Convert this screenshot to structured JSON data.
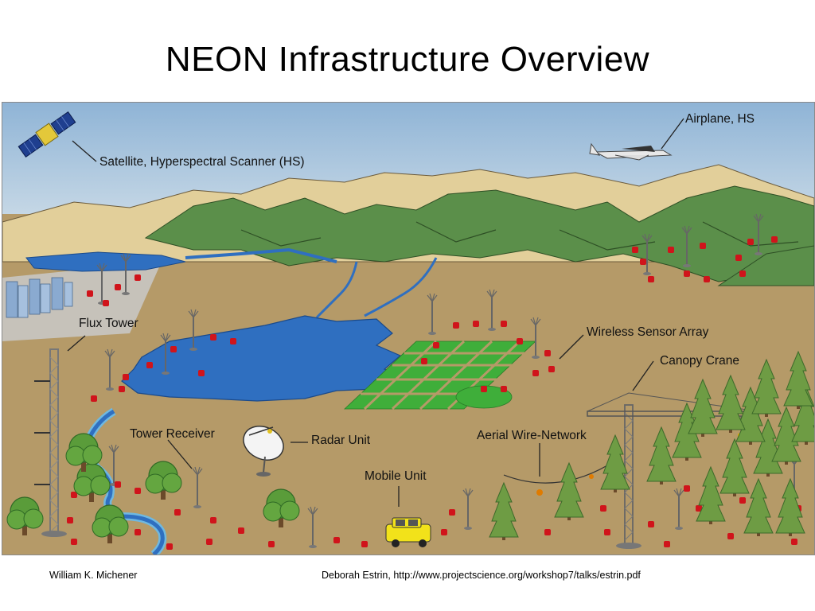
{
  "title": "NEON Infrastructure Overview",
  "labels": {
    "satellite": "Satellite, Hyperspectral Scanner (HS)",
    "airplane": "Airplane, HS",
    "flux_tower": "Flux Tower",
    "wireless_sensor_array": "Wireless Sensor Array",
    "canopy_crane": "Canopy Crane",
    "tower_receiver": "Tower Receiver",
    "radar_unit": "Radar Unit",
    "aerial_wire_network": "Aerial Wire-Network",
    "mobile_unit": "Mobile Unit"
  },
  "footer": {
    "left": "William K. Michener",
    "right": "Deborah Estrin, http://www.projectscience.org/workshop7/talks/estrin.pdf"
  },
  "colors": {
    "sky_top": "#8fb4d6",
    "sky_bottom": "#dce6ec",
    "ground": "#b59a68",
    "mountain_tan": "#e2cf9a",
    "mountain_green": "#5b8f4a",
    "water": "#2f6fc0",
    "sensor_grid": "#3fae3a",
    "sensor_red": "#d0141b",
    "tree_green": "#5b9a3c"
  }
}
